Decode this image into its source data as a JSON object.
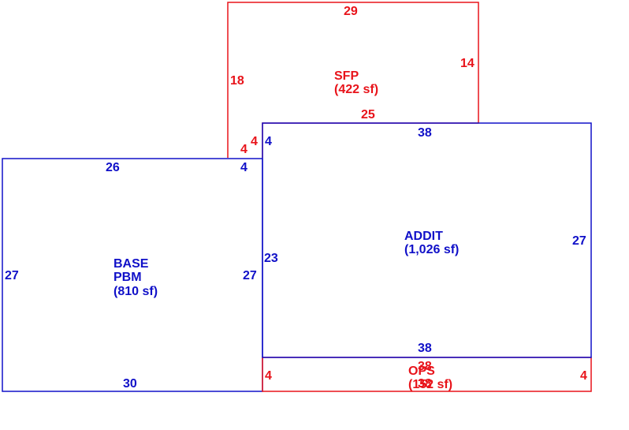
{
  "colors": {
    "red": "#e8131a",
    "blue": "#1010c8"
  },
  "areas": {
    "sfp": {
      "name": "SFP",
      "area": "(422 sf)",
      "dims": {
        "top": "29",
        "left": "18",
        "right": "14",
        "bottom": "25",
        "step_a": "4",
        "step_b": "4"
      }
    },
    "addit": {
      "name": "ADDIT",
      "area": "(1,026 sf)",
      "dims": {
        "top": "38",
        "left_top": "4",
        "left": "23",
        "right": "27",
        "bottom": "38"
      }
    },
    "base": {
      "name": "BASE",
      "name2": "PBM",
      "area": "(810 sf)",
      "dims": {
        "top": "26",
        "top_right": "4",
        "left": "27",
        "right": "27",
        "bottom": "30"
      }
    },
    "ops": {
      "name": "OPS",
      "area": "(152 sf)",
      "dims": {
        "top": "38",
        "left": "4",
        "right": "4",
        "bottom": "38"
      }
    }
  }
}
